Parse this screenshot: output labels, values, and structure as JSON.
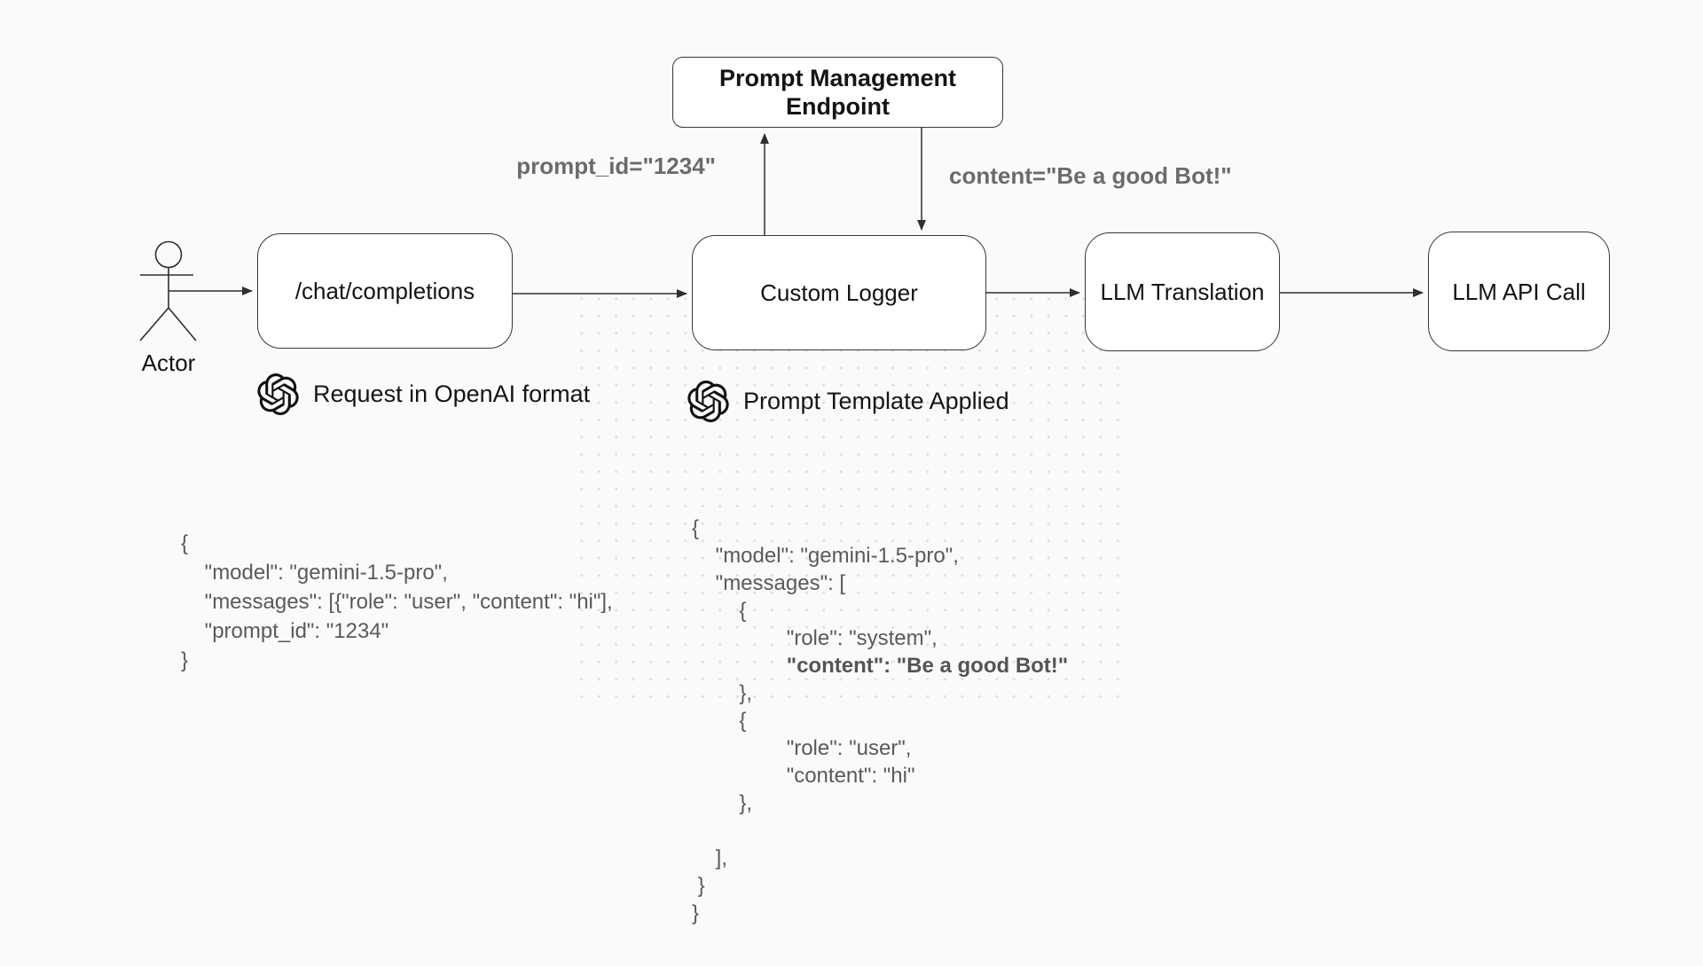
{
  "canvas": {
    "background_color": "#fafafa",
    "line_color": "#2f2f2f",
    "edge_label_color": "#6b6b6b",
    "dot_grid_color": "#e2e2e2",
    "node_fill_color": "#ffffff",
    "node_border_color": "#373737"
  },
  "nodes": {
    "prompt_endpoint": {
      "label": "Prompt Management Endpoint"
    },
    "chat_completions": {
      "label": "/chat/completions"
    },
    "custom_logger": {
      "label": "Custom Logger"
    },
    "llm_translation": {
      "label": "LLM Translation"
    },
    "llm_api_call": {
      "label": "LLM API Call"
    }
  },
  "actor": {
    "label": "Actor"
  },
  "edge_labels": {
    "prompt_id": "prompt_id=\"1234\"",
    "content": "content=\"Be a good Bot!\""
  },
  "captions": {
    "request": {
      "icon": "openai-logo",
      "text": "Request in OpenAI format"
    },
    "template": {
      "icon": "openai-logo",
      "text": "Prompt Template Applied"
    }
  },
  "json_left": {
    "lines": [
      {
        "t": "{"
      },
      {
        "t": "    \"model\": \"gemini-1.5-pro\","
      },
      {
        "t": "    \"messages\": [{\"role\": \"user\", \"content\": \"hi\"],"
      },
      {
        "t": "    \"prompt_id\": \"1234\""
      },
      {
        "t": "}"
      }
    ]
  },
  "json_right": {
    "lines": [
      {
        "t": "{"
      },
      {
        "t": "    \"model\": \"gemini-1.5-pro\","
      },
      {
        "t": "    \"messages\": ["
      },
      {
        "t": "        {"
      },
      {
        "t": "                \"role\": \"system\","
      },
      {
        "t": "                \"content\": \"Be a good Bot!\"",
        "b": true
      },
      {
        "t": "        },"
      },
      {
        "t": "        {"
      },
      {
        "t": "                \"role\": \"user\","
      },
      {
        "t": "                \"content\": \"hi\""
      },
      {
        "t": "        },"
      },
      {
        "t": ""
      },
      {
        "t": "    ],"
      },
      {
        "t": " }"
      },
      {
        "t": "}"
      }
    ]
  }
}
